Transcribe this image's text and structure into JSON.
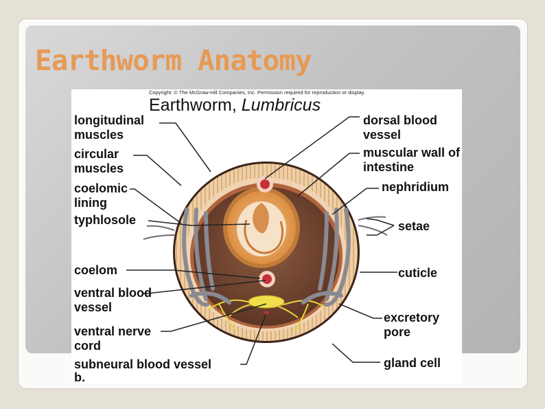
{
  "slide": {
    "title": "Earthworm Anatomy"
  },
  "figure": {
    "copyright": "Copyright: © The McGraw-Hill Companies, Inc. Permission required for reproduction or display.",
    "title_main": "Earthworm, ",
    "title_italic": "Lumbricus",
    "panel_letter": "b.",
    "labels_left": {
      "longitudinal_muscles": "longitudinal muscles",
      "circular_muscles": "circular muscles",
      "coelomic_lining": "coelomic lining",
      "typhlosole": "typhlosole",
      "coelom": "coelom",
      "ventral_blood_vessel": "ventral blood vessel",
      "ventral_nerve_cord": "ventral nerve cord",
      "subneural_blood_vessel": "subneural blood vessel"
    },
    "labels_right": {
      "dorsal_blood_vessel": "dorsal blood vessel",
      "muscular_wall_of_intestine": "muscular wall of intestine",
      "nephridium": "nephridium",
      "setae": "setae",
      "cuticle": "cuticle",
      "excretory_pore": "excretory pore",
      "gland_cell": "gland cell"
    },
    "colors": {
      "outer_tissue": "#eec9a0",
      "body_cavity": "#6e4330",
      "intestine_wall": "#d3893f",
      "blood_vessel": "#c4313a",
      "nerve": "#e8d63a",
      "nephridium": "#8a8a92"
    }
  }
}
